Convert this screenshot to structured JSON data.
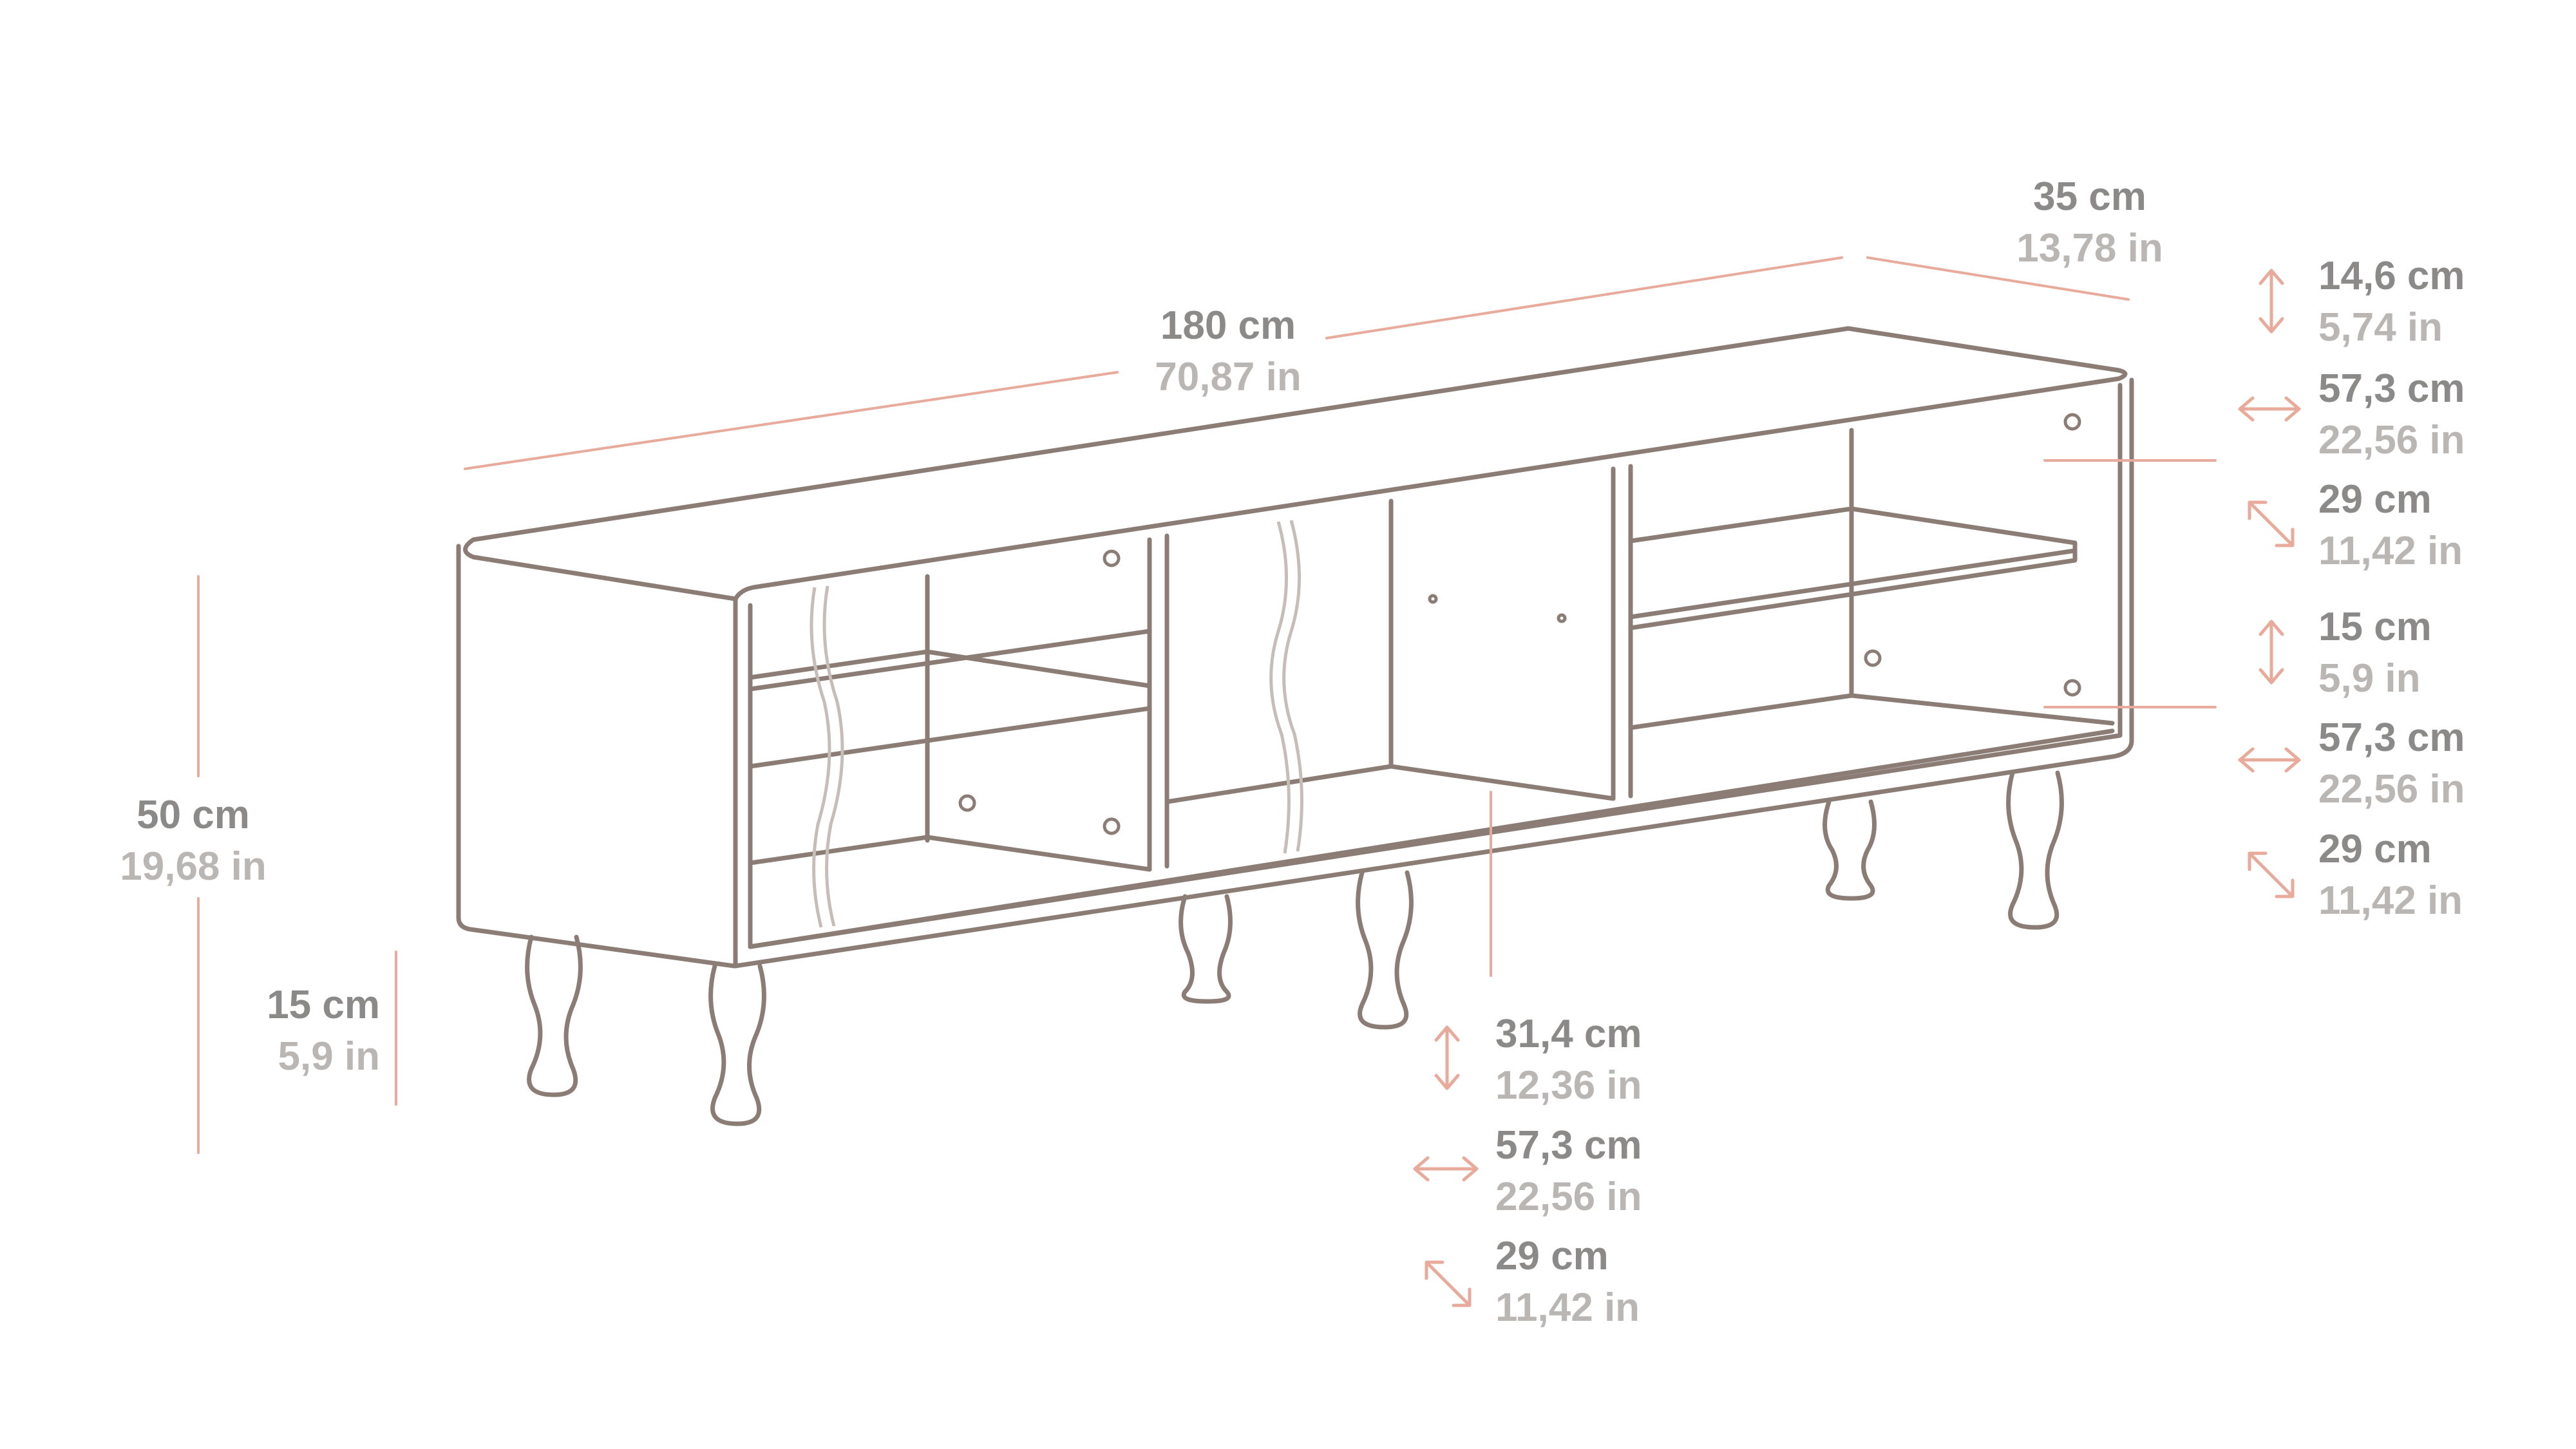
{
  "dimensions": {
    "length": {
      "cm": "180 cm",
      "in": "70,87 in"
    },
    "depth": {
      "cm": "35 cm",
      "in": "13,78 in"
    },
    "height": {
      "cm": "50 cm",
      "in": "19,68 in"
    },
    "leg_height": {
      "cm": "15 cm",
      "in": "5,9 in"
    },
    "right_upper_compartment": {
      "height": {
        "cm": "14,6 cm",
        "in": "5,74 in"
      },
      "width": {
        "cm": "57,3 cm",
        "in": "22,56 in"
      },
      "depth": {
        "cm": "29 cm",
        "in": "11,42 in"
      }
    },
    "right_lower_compartment": {
      "height": {
        "cm": "15 cm",
        "in": "5,9 in"
      },
      "width": {
        "cm": "57,3 cm",
        "in": "22,56 in"
      },
      "depth": {
        "cm": "29 cm",
        "in": "11,42 in"
      }
    },
    "middle_compartment": {
      "height": {
        "cm": "31,4 cm",
        "in": "12,36 in"
      },
      "width": {
        "cm": "57,3 cm",
        "in": "22,56 in"
      },
      "depth": {
        "cm": "29 cm",
        "in": "11,42 in"
      }
    }
  },
  "colors": {
    "outline": "#8b7d76",
    "dimension_line": "#e8aa9a",
    "cm_text": "#8c8a89",
    "in_text": "#b9b6b4"
  }
}
